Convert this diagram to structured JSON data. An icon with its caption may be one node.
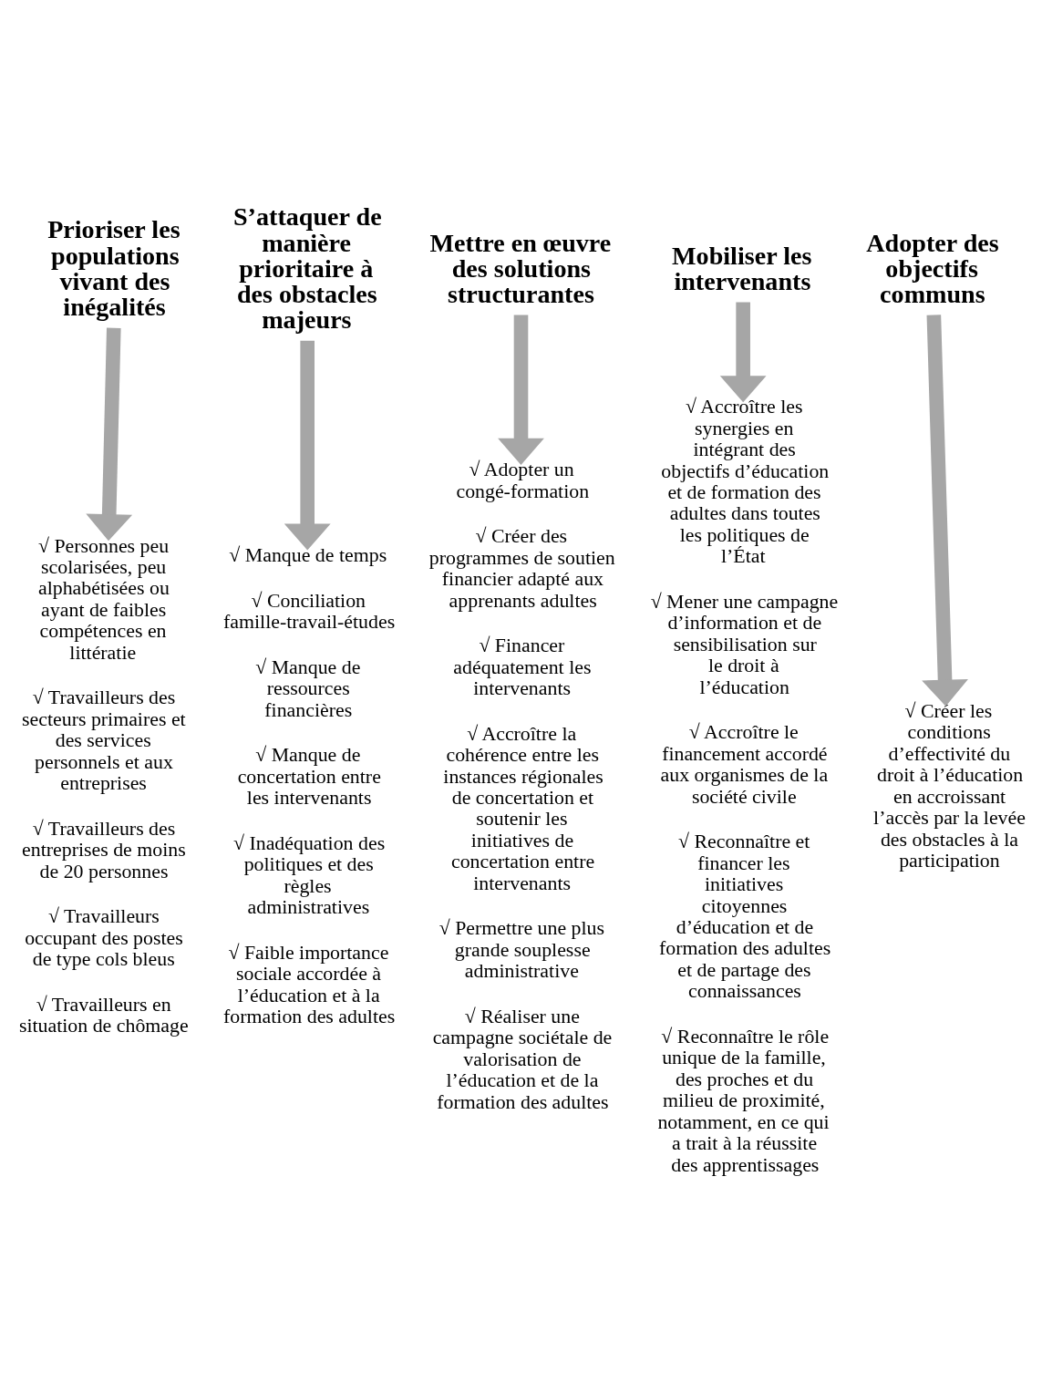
{
  "diagram": {
    "nodes": [
      {
        "text": [
          "Prioriser les populations vivant des inégalités"
        ]
      },
      {
        "text": [
          "√ Personnes peu scolarisées, peu alphabétisées ou ayant de faibles compétences en littératie",
          "√ Travailleurs des secteurs primaires et des services personnels et aux entreprises",
          "√ Travailleurs des entreprises de moins de 20 personnes",
          "√ Travailleurs occupant des postes de type cols bleus",
          "√ Travailleurs en situation de chômage"
        ]
      },
      {
        "text": [
          "S’attaquer de manière prioritaire à des obstacles majeurs"
        ]
      },
      {
        "text": [
          "√ Manque de temps",
          "√ Conciliation famille-travail-études",
          "√ Manque de ressources financières",
          "√ Manque de concertation entre les intervenants",
          "√ Inadéquation des politiques et des règles administratives",
          "√ Faible importance sociale accordée à l’éducation et à la formation des adultes"
        ]
      },
      {
        "text": [
          "Mettre en œuvre des solutions structurantes"
        ]
      },
      {
        "text": [
          "√ Adopter un congé-formation",
          "√ Créer des programmes de soutien financier adapté aux apprenants adultes",
          "√ Financer adéquatement les intervenants",
          "√ Accroître la cohérence entre les instances régionales de concertation et soutenir les initiatives de concertation entre intervenants",
          "√ Permettre une plus grande souplesse administrative",
          "√ Réaliser une campagne sociétale de valorisation de l’éducation et de la formation des adultes"
        ]
      },
      {
        "text": [
          "Mobiliser les intervenants"
        ]
      },
      {
        "text": [
          "√ Accroître les synergies en intégrant des objectifs d’éducation et de formation des adultes dans toutes les politiques de l’État",
          "√ Mener une campagne d’information et de sensibilisation sur le droit à l’éducation",
          "√ Accroître le financement accordé aux organismes de la société civile",
          "√ Reconnaître et financer les initiatives citoyennes d’éducation et de formation des adultes et de partage des connaissances",
          "√ Reconnaître le rôle unique de la famille, des proches et du milieu de proximité, notamment, en ce qui a trait à la réussite des apprentissages"
        ]
      },
      {
        "text": [
          "Adopter des objectifs communs"
        ]
      },
      {
        "text": [
          "√ Créer les conditions d’effectivité du droit à l’éducation en accroissant l’accès par la levée des obstacles à la participation"
        ]
      }
    ],
    "edges": [
      {
        "from": 0,
        "to": 1,
        "arrow": "to"
      },
      {
        "from": 2,
        "to": 3,
        "arrow": "to"
      },
      {
        "from": 4,
        "to": 5,
        "arrow": "to"
      },
      {
        "from": 6,
        "to": 7,
        "arrow": "to"
      },
      {
        "from": 8,
        "to": 9,
        "arrow": "to"
      }
    ]
  }
}
